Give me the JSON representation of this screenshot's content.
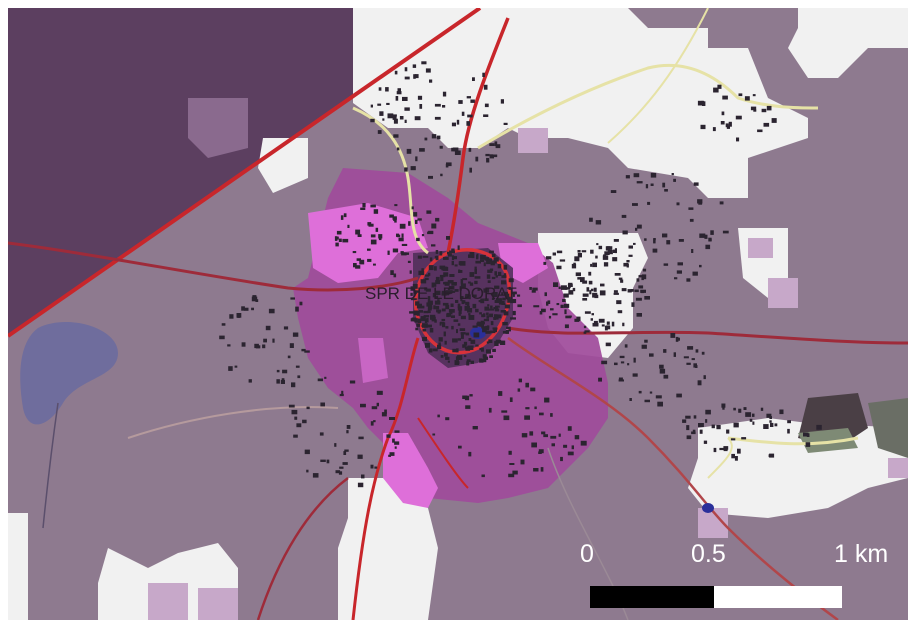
{
  "map": {
    "place_label": "SPR DE LE DORAT",
    "scale_bar": {
      "labels": [
        "0",
        "0.5",
        "1 km"
      ],
      "unit": "km"
    },
    "colors": {
      "rural_background": "#8e7a8f",
      "dark_zone": "#5a3d5e",
      "open_area": "#f2f2f2",
      "protected_zone": "#a14a9c",
      "core_highlight": "#dc6fd8",
      "main_roads": "#b3262f",
      "minor_roads": "#e7e3a8",
      "buildings": "#2b2430",
      "water": "#6e6c9c"
    }
  }
}
